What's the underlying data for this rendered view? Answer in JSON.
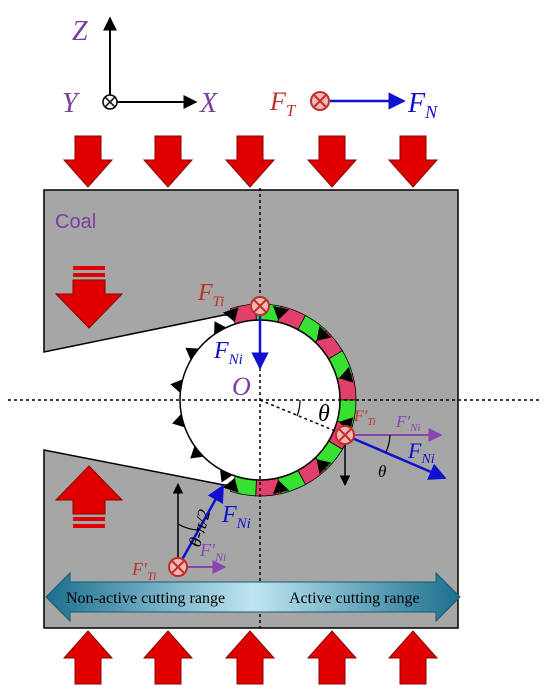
{
  "axes": {
    "z": "Z",
    "y": "Y",
    "x": "X"
  },
  "legend": {
    "ft_main": "F",
    "ft_sub": "T",
    "fn_main": "F",
    "fn_sub": "N"
  },
  "labels": {
    "coal": "Coal",
    "origin": "O",
    "theta": "θ",
    "angle_expr": "θ-π/2",
    "top_ft_main": "F",
    "top_ft_sub": "Ti",
    "top_fn_main": "F",
    "top_fn_sub": "Ni",
    "right_ft_main": "F′",
    "right_ft_sub": "Ti",
    "right_fn_prime_main": "F′",
    "right_fn_prime_sub": "Ni",
    "right_fn_main": "F",
    "right_fn_sub": "Ni",
    "bottom_ft_main": "F′",
    "bottom_ft_sub": "Ti",
    "bottom_fnp_main": "F′",
    "bottom_fnp_sub": "Ni",
    "bottom_fn_main": "F",
    "bottom_fn_sub": "Ni"
  },
  "ranges": {
    "non_active": "Non-active cutting range",
    "active": "Active cutting range"
  },
  "colors": {
    "load_arrow": "#e00000",
    "block_gray": "#a6a6a6",
    "axis_purple": "#7a3f9e",
    "force_blue": "#1010d0",
    "force_red": "#c0302a",
    "pick_pink": "#e0406a",
    "pick_green": "#38e032",
    "range_teal": "#1e7fa0"
  }
}
